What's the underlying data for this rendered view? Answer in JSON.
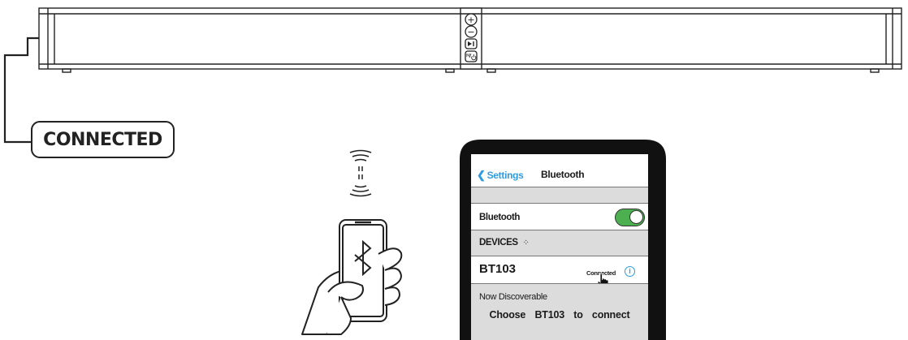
{
  "soundbar": {
    "buttons": [
      {
        "name": "volume-up-icon",
        "glyph": "+"
      },
      {
        "name": "volume-down-icon",
        "glyph": "−"
      },
      {
        "name": "play-pause-icon",
        "glyph": "▶‖"
      },
      {
        "name": "mode-power-icon",
        "glyph": "M/⏻"
      }
    ]
  },
  "status_label": "CONNECTED",
  "phone": {
    "back_label": "Settings",
    "back_icon": "chevron-left-icon",
    "title": "Bluetooth",
    "bluetooth_label": "Bluetooth",
    "bluetooth_on": true,
    "devices_label": "DEVICES",
    "device_name": "BT103",
    "device_status": "Connected",
    "discoverable_label": "Now Discoverable",
    "instruction": {
      "prefix": "Choose",
      "device": "BT103",
      "suffix": "to connect"
    }
  },
  "colors": {
    "accent": "#2e9be0",
    "toggle": "#4caf50",
    "gray_row": "#dcdcdc",
    "line": "#1a1a1a"
  }
}
